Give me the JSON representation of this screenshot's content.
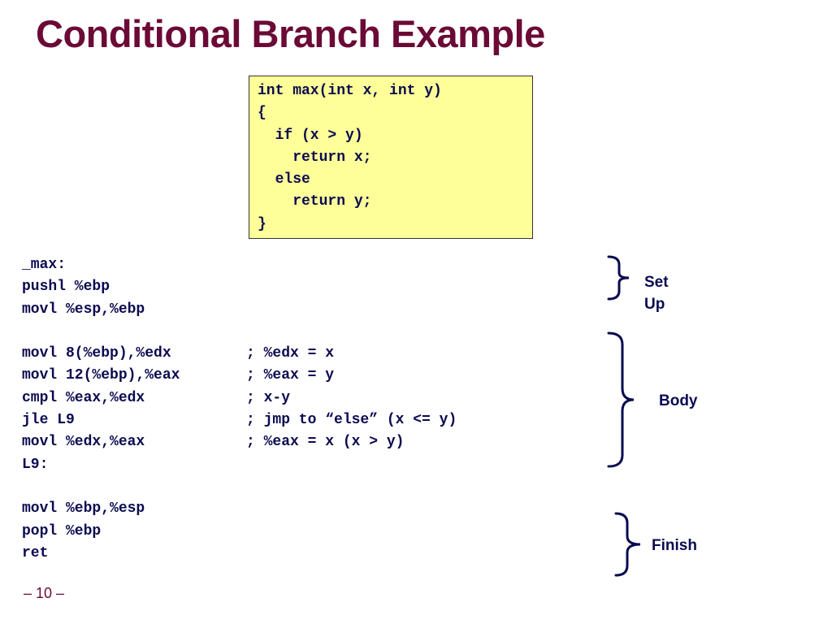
{
  "slide": {
    "title": "Conditional Branch Example",
    "page_number": "– 10 –"
  },
  "c_code": {
    "lines": [
      "int max(int x, int y)",
      "{",
      "  if (x > y)",
      "    return x;",
      "  else",
      "    return y;",
      "}"
    ]
  },
  "assembly": {
    "lines": [
      {
        "code": "_max:",
        "comment": ""
      },
      {
        "code": "pushl %ebp",
        "comment": ""
      },
      {
        "code": "movl %esp,%ebp",
        "comment": ""
      },
      {
        "code": "",
        "comment": ""
      },
      {
        "code": "movl 8(%ebp),%edx",
        "comment": "; %edx = x"
      },
      {
        "code": "movl 12(%ebp),%eax",
        "comment": "; %eax = y"
      },
      {
        "code": "cmpl %eax,%edx",
        "comment": "; x-y"
      },
      {
        "code": "jle L9",
        "comment": "; jmp to “else” (x <= y)"
      },
      {
        "code": "movl %edx,%eax",
        "comment": "; %eax = x (x > y)"
      },
      {
        "code": "L9:",
        "comment": ""
      },
      {
        "code": "",
        "comment": ""
      },
      {
        "code": "movl %ebp,%esp",
        "comment": ""
      },
      {
        "code": "popl %ebp",
        "comment": ""
      },
      {
        "code": "ret",
        "comment": ""
      }
    ]
  },
  "annotations": {
    "setup_line1": "Set",
    "setup_line2": "Up",
    "body": "Body",
    "finish": "Finish"
  },
  "colors": {
    "title": "#6b0a36",
    "code_text": "#0a0a50",
    "code_box_bg": "#ffff99",
    "brace": "#0a0a50"
  }
}
